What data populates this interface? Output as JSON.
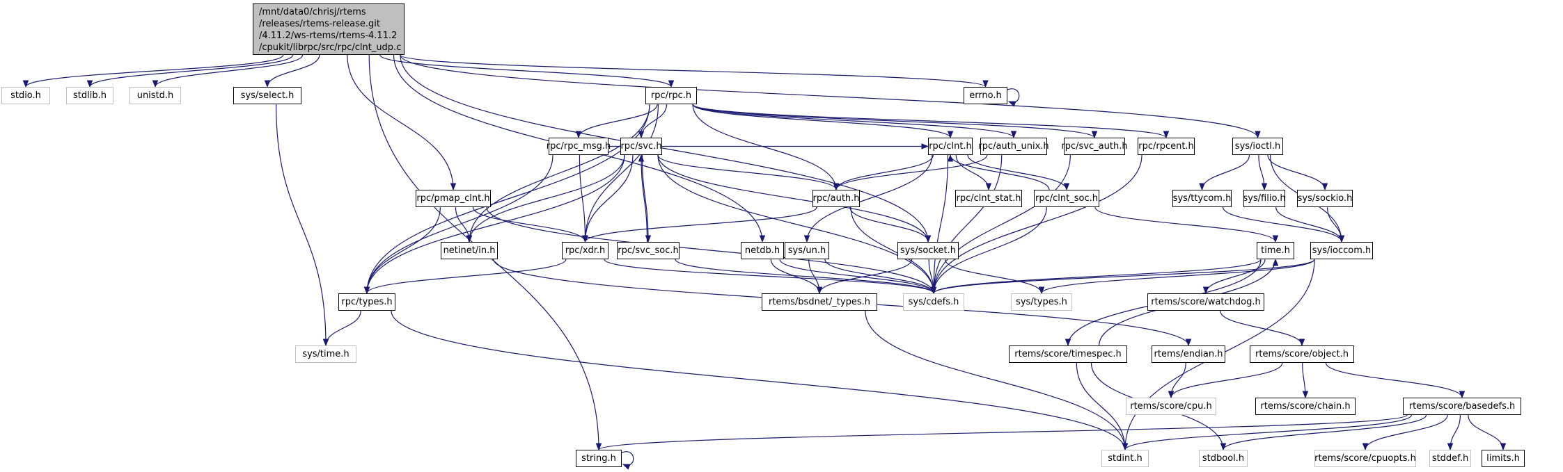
{
  "diagram": {
    "type": "include-dependency-graph",
    "colors": {
      "edge": "#191970",
      "root_fill": "#bfbfbf",
      "node_border": "#000000",
      "external_border": "#bfbfbf"
    },
    "root": {
      "id": "root",
      "label": "/mnt/data0/chrisj/rtems\n/releases/rtems-release.git\n/4.11.2/ws-rtems/rtems-4.11.2\n/cpukit/librpc/src/rpc/clnt_udp.c"
    },
    "nodes": [
      {
        "id": "stdio",
        "label": "stdio.h",
        "external": true
      },
      {
        "id": "stdlib",
        "label": "stdlib.h",
        "external": true
      },
      {
        "id": "unistd",
        "label": "unistd.h",
        "external": true
      },
      {
        "id": "sys_select",
        "label": "sys/select.h",
        "external": false
      },
      {
        "id": "rpc_rpc",
        "label": "rpc/rpc.h",
        "external": false
      },
      {
        "id": "errno",
        "label": "errno.h",
        "external": false
      },
      {
        "id": "rpc_rpc_msg",
        "label": "rpc/rpc_msg.h",
        "external": false
      },
      {
        "id": "rpc_svc",
        "label": "rpc/svc.h",
        "external": false
      },
      {
        "id": "rpc_clnt",
        "label": "rpc/clnt.h",
        "external": false
      },
      {
        "id": "rpc_auth_unix",
        "label": "rpc/auth_unix.h",
        "external": false
      },
      {
        "id": "rpc_svc_auth",
        "label": "rpc/svc_auth.h",
        "external": false
      },
      {
        "id": "rpc_rpcent",
        "label": "rpc/rpcent.h",
        "external": false
      },
      {
        "id": "sys_ioctl",
        "label": "sys/ioctl.h",
        "external": false
      },
      {
        "id": "rpc_pmap_clnt",
        "label": "rpc/pmap_clnt.h",
        "external": false
      },
      {
        "id": "rpc_auth",
        "label": "rpc/auth.h",
        "external": false
      },
      {
        "id": "rpc_clnt_stat",
        "label": "rpc/clnt_stat.h",
        "external": false
      },
      {
        "id": "rpc_clnt_soc",
        "label": "rpc/clnt_soc.h",
        "external": false
      },
      {
        "id": "sys_ttycom",
        "label": "sys/ttycom.h",
        "external": false
      },
      {
        "id": "sys_filio",
        "label": "sys/filio.h",
        "external": false
      },
      {
        "id": "sys_sockio",
        "label": "sys/sockio.h",
        "external": false
      },
      {
        "id": "netinet_in",
        "label": "netinet/in.h",
        "external": false
      },
      {
        "id": "rpc_xdr",
        "label": "rpc/xdr.h",
        "external": false
      },
      {
        "id": "rpc_svc_soc",
        "label": "rpc/svc_soc.h",
        "external": false
      },
      {
        "id": "netdb",
        "label": "netdb.h",
        "external": false
      },
      {
        "id": "sys_un",
        "label": "sys/un.h",
        "external": false
      },
      {
        "id": "sys_socket",
        "label": "sys/socket.h",
        "external": false
      },
      {
        "id": "time",
        "label": "time.h",
        "external": false
      },
      {
        "id": "sys_ioccom",
        "label": "sys/ioccom.h",
        "external": false
      },
      {
        "id": "rpc_types",
        "label": "rpc/types.h",
        "external": false
      },
      {
        "id": "rtems_bsdnet_types",
        "label": "rtems/bsdnet/_types.h",
        "external": false
      },
      {
        "id": "sys_cdefs",
        "label": "sys/cdefs.h",
        "external": true
      },
      {
        "id": "sys_types",
        "label": "sys/types.h",
        "external": true
      },
      {
        "id": "rtems_score_watchdog",
        "label": "rtems/score/watchdog.h",
        "external": false
      },
      {
        "id": "sys_time",
        "label": "sys/time.h",
        "external": true
      },
      {
        "id": "rtems_score_timespec",
        "label": "rtems/score/timespec.h",
        "external": false
      },
      {
        "id": "rtems_endian",
        "label": "rtems/endian.h",
        "external": false
      },
      {
        "id": "rtems_score_object",
        "label": "rtems/score/object.h",
        "external": false
      },
      {
        "id": "rtems_score_cpu",
        "label": "rtems/score/cpu.h",
        "external": true
      },
      {
        "id": "rtems_score_chain",
        "label": "rtems/score/chain.h",
        "external": false
      },
      {
        "id": "rtems_score_basedefs",
        "label": "rtems/score/basedefs.h",
        "external": false
      },
      {
        "id": "string",
        "label": "string.h",
        "external": false
      },
      {
        "id": "stdint",
        "label": "stdint.h",
        "external": true
      },
      {
        "id": "stdbool",
        "label": "stdbool.h",
        "external": true
      },
      {
        "id": "rtems_score_cpuopts",
        "label": "rtems/score/cpuopts.h",
        "external": true
      },
      {
        "id": "stddef",
        "label": "stddef.h",
        "external": true
      },
      {
        "id": "limits",
        "label": "limits.h",
        "external": false
      }
    ],
    "edges": [
      [
        "root",
        "stdio"
      ],
      [
        "root",
        "stdlib"
      ],
      [
        "root",
        "unistd"
      ],
      [
        "root",
        "sys_select"
      ],
      [
        "root",
        "rpc_rpc"
      ],
      [
        "root",
        "errno"
      ],
      [
        "root",
        "rpc_pmap_clnt"
      ],
      [
        "root",
        "netdb"
      ],
      [
        "root",
        "sys_socket"
      ],
      [
        "root",
        "sys_ioctl"
      ],
      [
        "root",
        "string"
      ],
      [
        "sys_select",
        "sys_time"
      ],
      [
        "errno",
        "errno"
      ],
      [
        "rpc_rpc",
        "rpc_types"
      ],
      [
        "rpc_rpc",
        "netinet_in"
      ],
      [
        "rpc_rpc",
        "rpc_xdr"
      ],
      [
        "rpc_rpc",
        "rpc_auth"
      ],
      [
        "rpc_rpc",
        "rpc_clnt"
      ],
      [
        "rpc_rpc",
        "rpc_rpc_msg"
      ],
      [
        "rpc_rpc",
        "rpc_auth_unix"
      ],
      [
        "rpc_rpc",
        "rpc_svc"
      ],
      [
        "rpc_rpc",
        "rpc_svc_auth"
      ],
      [
        "rpc_rpc",
        "rpc_rpcent"
      ],
      [
        "rpc_rpc_msg",
        "rpc_xdr"
      ],
      [
        "rpc_rpc_msg",
        "rpc_clnt"
      ],
      [
        "rpc_rpc_msg",
        "rpc_types"
      ],
      [
        "rpc_svc",
        "rpc_xdr"
      ],
      [
        "rpc_svc",
        "rpc_auth"
      ],
      [
        "rpc_svc",
        "netinet_in"
      ],
      [
        "rpc_svc",
        "rpc_svc_soc"
      ],
      [
        "rpc_svc",
        "sys_cdefs"
      ],
      [
        "rpc_svc",
        "sys_socket"
      ],
      [
        "rpc_svc",
        "rpc_types"
      ],
      [
        "rpc_clnt",
        "rpc_auth"
      ],
      [
        "rpc_clnt",
        "rpc_clnt_stat"
      ],
      [
        "rpc_clnt",
        "rpc_clnt_soc"
      ],
      [
        "rpc_clnt",
        "sys_un"
      ],
      [
        "rpc_clnt",
        "sys_cdefs"
      ],
      [
        "rpc_auth_unix",
        "sys_cdefs"
      ],
      [
        "rpc_auth_unix",
        "rpc_auth"
      ],
      [
        "rpc_svc_auth",
        "sys_cdefs"
      ],
      [
        "rpc_rpcent",
        "sys_cdefs"
      ],
      [
        "sys_ioctl",
        "sys_ttycom"
      ],
      [
        "sys_ioctl",
        "sys_filio"
      ],
      [
        "sys_ioctl",
        "sys_sockio"
      ],
      [
        "sys_ioctl",
        "sys_ioccom"
      ],
      [
        "rpc_pmap_clnt",
        "rpc_types"
      ],
      [
        "rpc_pmap_clnt",
        "netinet_in"
      ],
      [
        "rpc_pmap_clnt",
        "rpc_xdr"
      ],
      [
        "rpc_pmap_clnt",
        "sys_cdefs"
      ],
      [
        "rpc_auth",
        "rpc_xdr"
      ],
      [
        "rpc_auth",
        "sys_cdefs"
      ],
      [
        "rpc_auth",
        "sys_socket"
      ],
      [
        "rpc_clnt_soc",
        "rpc_clnt"
      ],
      [
        "rpc_clnt_soc",
        "sys_cdefs"
      ],
      [
        "rpc_clnt_soc",
        "time"
      ],
      [
        "sys_ttycom",
        "sys_ioccom"
      ],
      [
        "sys_filio",
        "sys_ioccom"
      ],
      [
        "sys_sockio",
        "sys_ioccom"
      ],
      [
        "netinet_in",
        "rtems_endian"
      ],
      [
        "rpc_xdr",
        "rpc_types"
      ],
      [
        "rpc_xdr",
        "sys_cdefs"
      ],
      [
        "rpc_svc_soc",
        "rpc_svc"
      ],
      [
        "rpc_svc_soc",
        "sys_cdefs"
      ],
      [
        "netdb",
        "rtems_bsdnet_types"
      ],
      [
        "netdb",
        "sys_cdefs"
      ],
      [
        "sys_un",
        "rtems_bsdnet_types"
      ],
      [
        "sys_un",
        "sys_cdefs"
      ],
      [
        "sys_socket",
        "rtems_bsdnet_types"
      ],
      [
        "sys_socket",
        "sys_cdefs"
      ],
      [
        "sys_socket",
        "sys_types"
      ],
      [
        "time",
        "rtems_score_timespec"
      ],
      [
        "time",
        "rtems_score_watchdog"
      ],
      [
        "time",
        "sys_cdefs"
      ],
      [
        "sys_ioccom",
        "sys_cdefs"
      ],
      [
        "sys_ioccom",
        "sys_types"
      ],
      [
        "sys_ioccom",
        "stdint"
      ],
      [
        "rpc_types",
        "sys_time"
      ],
      [
        "rpc_types",
        "stdint"
      ],
      [
        "rtems_bsdnet_types",
        "stdint"
      ],
      [
        "rtems_score_watchdog",
        "rtems_score_object"
      ],
      [
        "rtems_score_timespec",
        "time"
      ],
      [
        "rtems_score_timespec",
        "stdint"
      ],
      [
        "rtems_score_timespec",
        "stdbool"
      ],
      [
        "rtems_endian",
        "rtems_score_cpu"
      ],
      [
        "rtems_score_object",
        "rtems_score_cpu"
      ],
      [
        "rtems_score_object",
        "rtems_score_chain"
      ],
      [
        "rtems_score_object",
        "rtems_score_basedefs"
      ],
      [
        "rtems_score_basedefs",
        "rtems_score_cpuopts"
      ],
      [
        "rtems_score_basedefs",
        "stddef"
      ],
      [
        "rtems_score_basedefs",
        "stdbool"
      ],
      [
        "rtems_score_basedefs",
        "stdint"
      ],
      [
        "rtems_score_basedefs",
        "limits"
      ],
      [
        "rtems_score_basedefs",
        "string"
      ],
      [
        "string",
        "string"
      ]
    ]
  }
}
